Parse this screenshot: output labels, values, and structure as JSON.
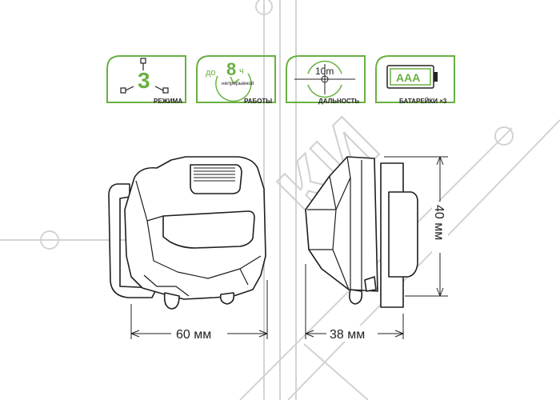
{
  "colors": {
    "accent": "#6ab042",
    "outline": "#1e1e1e",
    "watermark": "#cfcfcf"
  },
  "badges": [
    {
      "icon": "modes-icon",
      "value": "3",
      "label": "РЕЖИМА"
    },
    {
      "icon": "runtime-clock-icon",
      "prefix": "до",
      "value": "8",
      "unit": "ч",
      "sub": "непрерывной",
      "label": "РАБОТЫ"
    },
    {
      "icon": "range-target-icon",
      "value": "10m",
      "label": "ДАЛЬНОСТЬ"
    },
    {
      "icon": "battery-icon",
      "value": "AAA",
      "label": "БАТАРЕЙКИ ×3"
    }
  ],
  "dimensions": {
    "width": "60 мм",
    "depth": "38 мм",
    "height": "40 мм"
  },
  "watermark": {
    "text": "КИ"
  }
}
